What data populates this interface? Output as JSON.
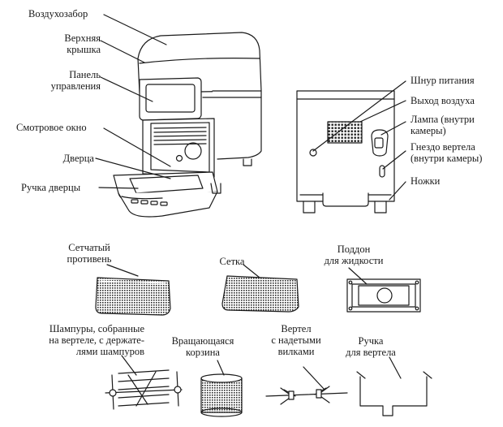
{
  "left_labels": {
    "air_intake": "Воздухозабор",
    "top_lid": "Верхняя\nкрышка",
    "control_panel": "Панель\nуправления",
    "window": "Смотровое окно",
    "door": "Дверца",
    "door_handle": "Ручка дверцы"
  },
  "right_labels": {
    "power_cord": "Шнур питания",
    "air_outlet": "Выход воздуха",
    "lamp": "Лампа (внутри\nкамеры)",
    "spit_socket": "Гнездо вертела\n(внутри камеры)",
    "feet": "Ножки"
  },
  "accessories": {
    "mesh_tray": "Сетчатый\nпротивень",
    "rack": "Сетка",
    "drip_tray": "Поддон\nдля жидкости",
    "skewers": "Шампуры, собранные\nна вертеле, с держате-\nлями шампуров",
    "rotating_basket": "Вращающаяся\nкорзина",
    "spit_forks": "Вертел\nс надетыми\nвилками",
    "spit_handle": "Ручка\nдля вертела"
  },
  "colors": {
    "line": "#1a1a1a",
    "fill": "#ffffff",
    "mesh": "#3a3a3a"
  }
}
